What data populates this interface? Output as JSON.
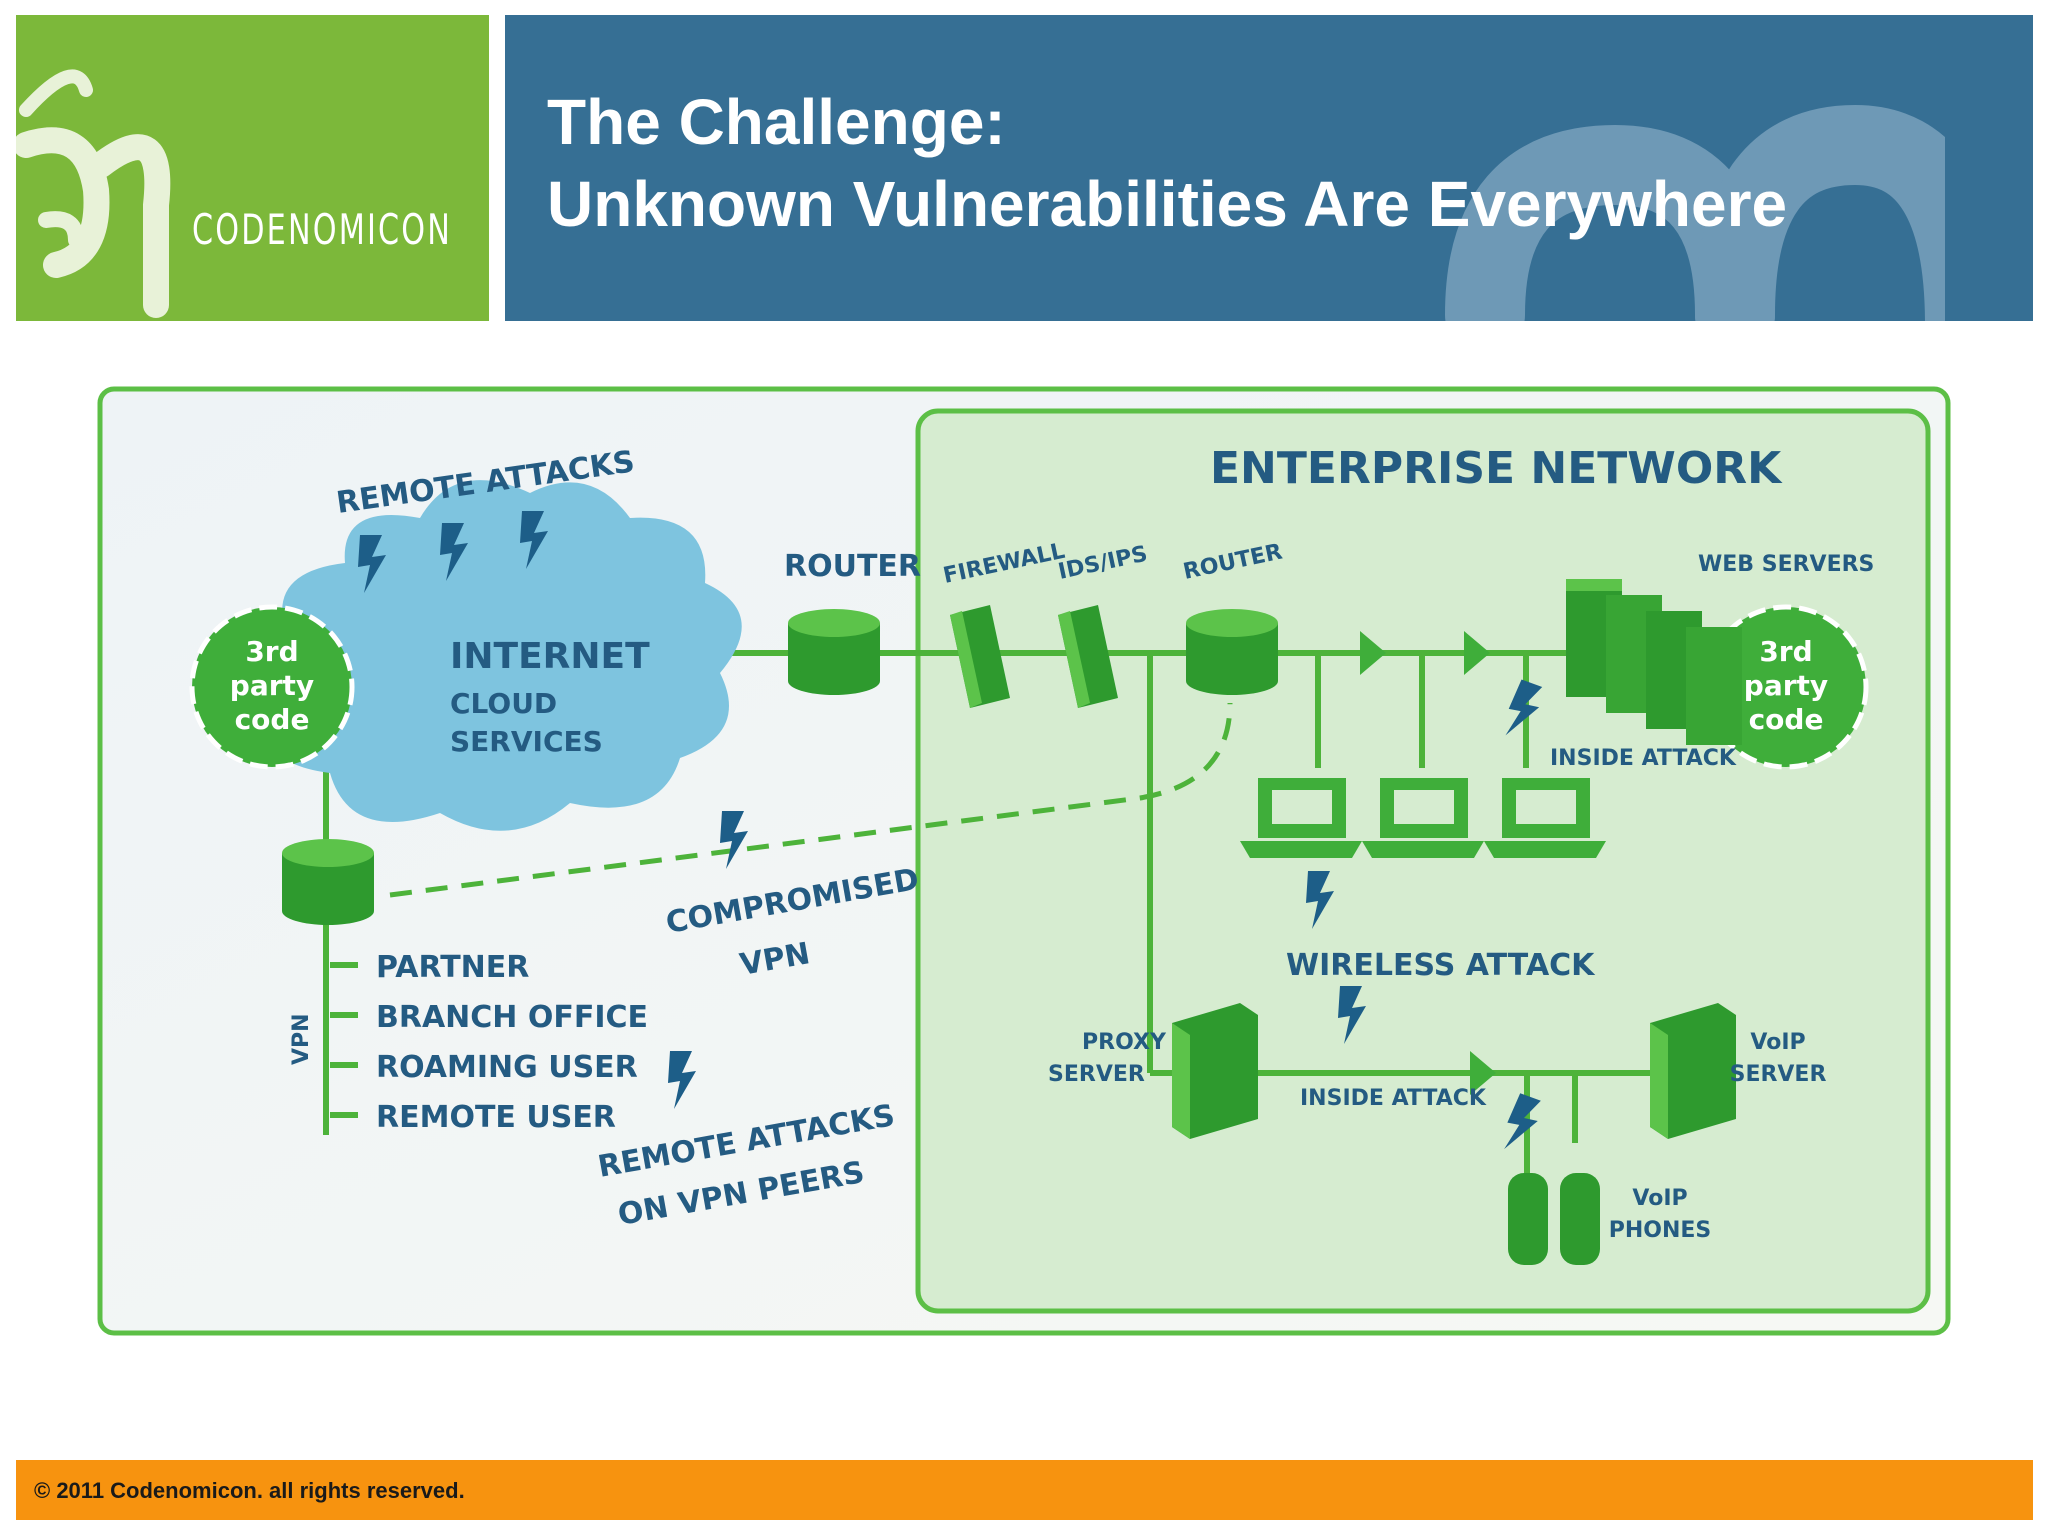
{
  "header": {
    "logo_text": "CODENOMICON",
    "title_line1": "The Challenge:",
    "title_line2": "Unknown Vulnerabilities Are Everywhere"
  },
  "diagram": {
    "remote_attacks": "REMOTE ATTACKS",
    "internet": "INTERNET",
    "cloud_line1": "CLOUD",
    "cloud_line2": "SERVICES",
    "third_party_line1": "3rd",
    "third_party_line2": "party",
    "third_party_line3": "code",
    "router_outer": "ROUTER",
    "enterprise_network": "ENTERPRISE NETWORK",
    "firewall": "FIREWALL",
    "ids_ips": "IDS/IPS",
    "router_inner": "ROUTER",
    "web_servers": "WEB SERVERS",
    "inside_attack_top": "INSIDE ATTACK",
    "compromised_line1": "COMPROMISED",
    "compromised_line2": "VPN",
    "vpn": "VPN",
    "vpn_peers": [
      "PARTNER",
      "BRANCH OFFICE",
      "ROAMING USER",
      "REMOTE USER"
    ],
    "remote_vpn_line1": "REMOTE ATTACKS",
    "remote_vpn_line2": "ON VPN PEERS",
    "wireless_attack": "WIRELESS ATTACK",
    "proxy_line1": "PROXY",
    "proxy_line2": "SERVER",
    "inside_attack_bottom": "INSIDE ATTACK",
    "voip_server_line1": "VoIP",
    "voip_server_line2": "SERVER",
    "voip_phones_line1": "VoIP",
    "voip_phones_line2": "PHONES"
  },
  "colors": {
    "logo_green": "#7cb83a",
    "title_blue": "#366f94",
    "network_green": "#3fae3a",
    "label_blue": "#245b82",
    "cloud_blue": "#7ec4df",
    "footer_orange": "#f7930f"
  },
  "footer": {
    "copyright": "© 2011 Codenomicon. all rights reserved."
  }
}
